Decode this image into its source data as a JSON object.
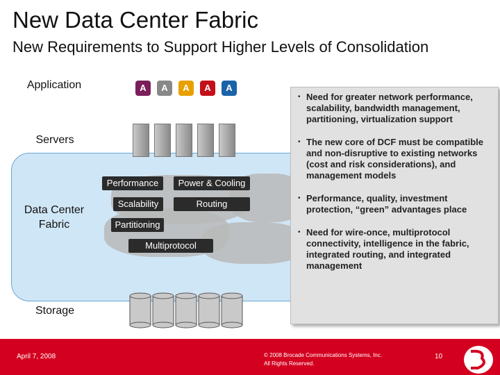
{
  "slide": {
    "title": "New Data Center Fabric",
    "subtitle": "New Requirements to Support Higher Levels of Consolidation"
  },
  "diagram": {
    "labels": {
      "application": "Application",
      "servers": "Servers",
      "fabric": "Data Center Fabric",
      "storage": "Storage"
    },
    "apps": [
      {
        "letter": "A",
        "color": "#7a1f5a"
      },
      {
        "letter": "A",
        "color": "#888888"
      },
      {
        "letter": "A",
        "color": "#e8a000"
      },
      {
        "letter": "A",
        "color": "#c4101a"
      },
      {
        "letter": "A",
        "color": "#1a63a8"
      }
    ],
    "features": {
      "performance": "Performance",
      "power_cooling": "Power & Cooling",
      "scalability": "Scalability",
      "routing": "Routing",
      "partitioning": "Partitioning",
      "multiprotocol": "Multiprotocol"
    }
  },
  "callout": {
    "bullets": [
      "Need for greater network performance, scalability, bandwidth management, partitioning, virtualization support",
      "The new core of DCF must be compatible and non-disruptive to existing networks (cost and risk considerations), and management models",
      "Performance, quality, investment protection, “green” advantages place",
      "Need for wire-once, multiprotocol connectivity, intelligence in the fabric, integrated routing, and integrated management"
    ]
  },
  "footer": {
    "date": "April 7, 2008",
    "copyright_line1": "© 2008 Brocade Communications Systems, Inc.",
    "copyright_line2": "All Rights Reserved.",
    "page": "10"
  },
  "colors": {
    "brand_red": "#d4001f",
    "fabric_blue": "#cfe6f6"
  }
}
